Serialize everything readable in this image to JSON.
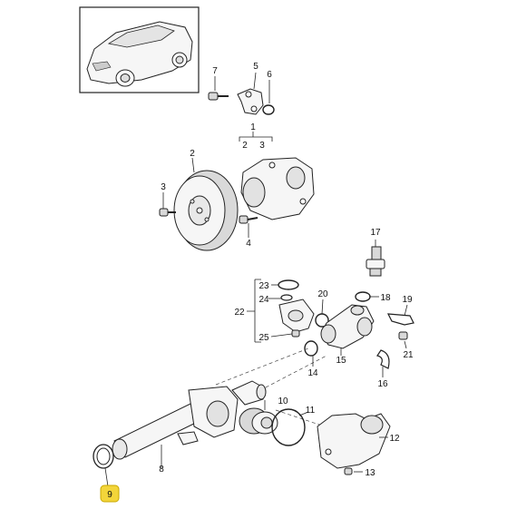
{
  "callouts": {
    "c1": "1",
    "c2a": "2",
    "c2b": "2",
    "c3a": "3",
    "c3b": "3",
    "c4": "4",
    "c5": "5",
    "c6": "6",
    "c7": "7",
    "c8": "8",
    "c9": "9",
    "c10": "10",
    "c11": "11",
    "c12": "12",
    "c13": "13",
    "c14": "14",
    "c15": "15",
    "c16": "16",
    "c17": "17",
    "c18": "18",
    "c19": "19",
    "c20": "20",
    "c21": "21",
    "c22": "22",
    "c23": "23",
    "c24": "24",
    "c25": "25"
  },
  "highlight_color": "#f3d53a"
}
